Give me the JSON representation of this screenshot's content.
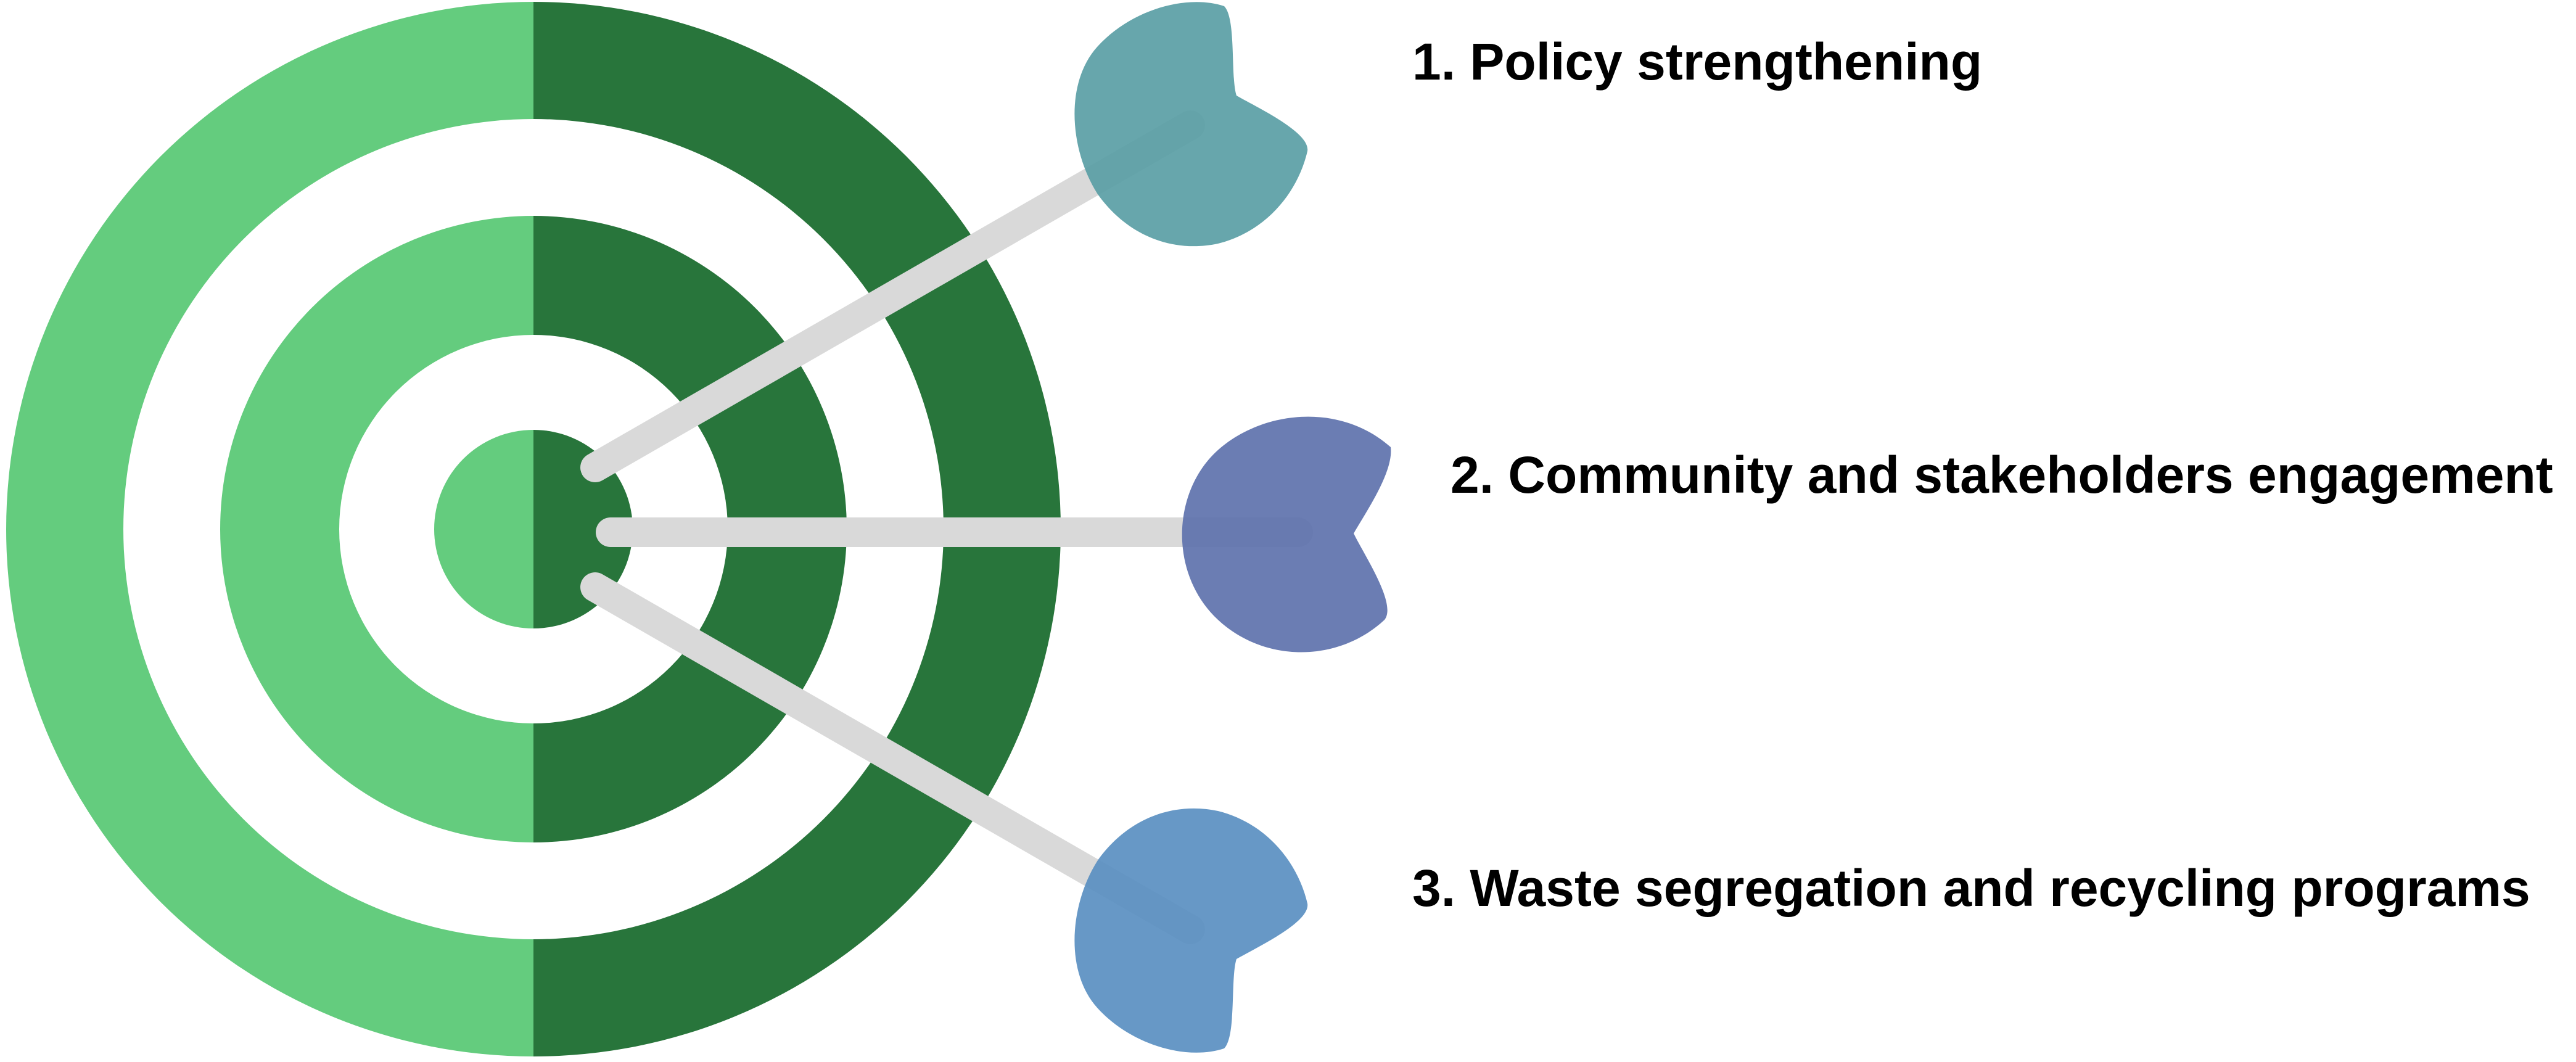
{
  "items": [
    {
      "label": "1. Policy strengthening",
      "dart_color": "#5A9EA5"
    },
    {
      "label": "2. Community and stakeholders engagement",
      "dart_color": "#5E72AC"
    },
    {
      "label": "3. Waste segregation and recycling programs",
      "dart_color": "#5A8FC1"
    }
  ],
  "colors": {
    "target_light_green": "#64CC7E",
    "target_dark_green": "#28753B",
    "target_gap": "#FFFFFF",
    "dart_shaft": "#D9D9D9"
  },
  "target": {
    "rings": 3,
    "split": "left half light green, right half dark green"
  }
}
